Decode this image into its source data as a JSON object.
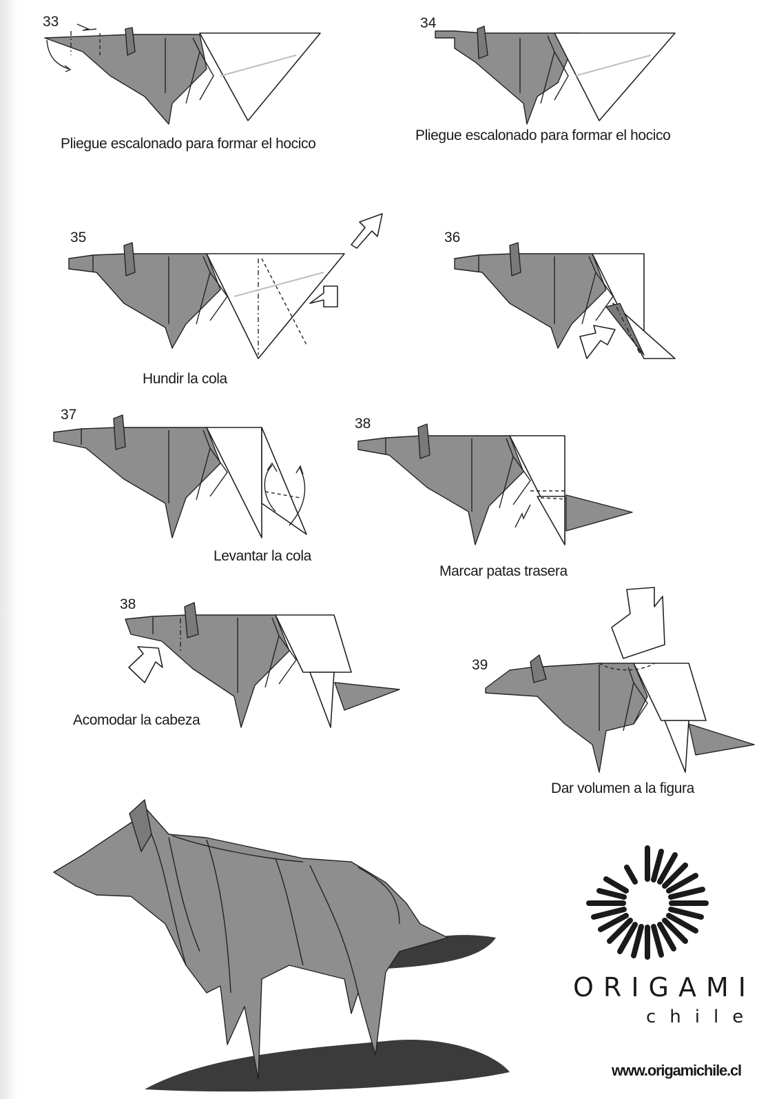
{
  "steps": [
    {
      "number": "33",
      "caption": "Pliegue escalonado para formar el hocico"
    },
    {
      "number": "34",
      "caption": "Pliegue escalonado para formar el hocico"
    },
    {
      "number": "35",
      "caption": "Hundir la cola"
    },
    {
      "number": "36",
      "caption": ""
    },
    {
      "number": "37",
      "caption": "Levantar la cola"
    },
    {
      "number": "38",
      "caption": "Marcar patas trasera"
    },
    {
      "number": "38",
      "caption": "Acomodar la cabeza"
    },
    {
      "number": "39",
      "caption": "Dar volumen a la figura"
    }
  ],
  "brand": {
    "name": "ORIGAMI",
    "subname": "chile",
    "url": "www.origamichile.cl"
  },
  "colors": {
    "paper_gray": "#8e8e8e",
    "line": "#222222",
    "background": "#ffffff"
  }
}
